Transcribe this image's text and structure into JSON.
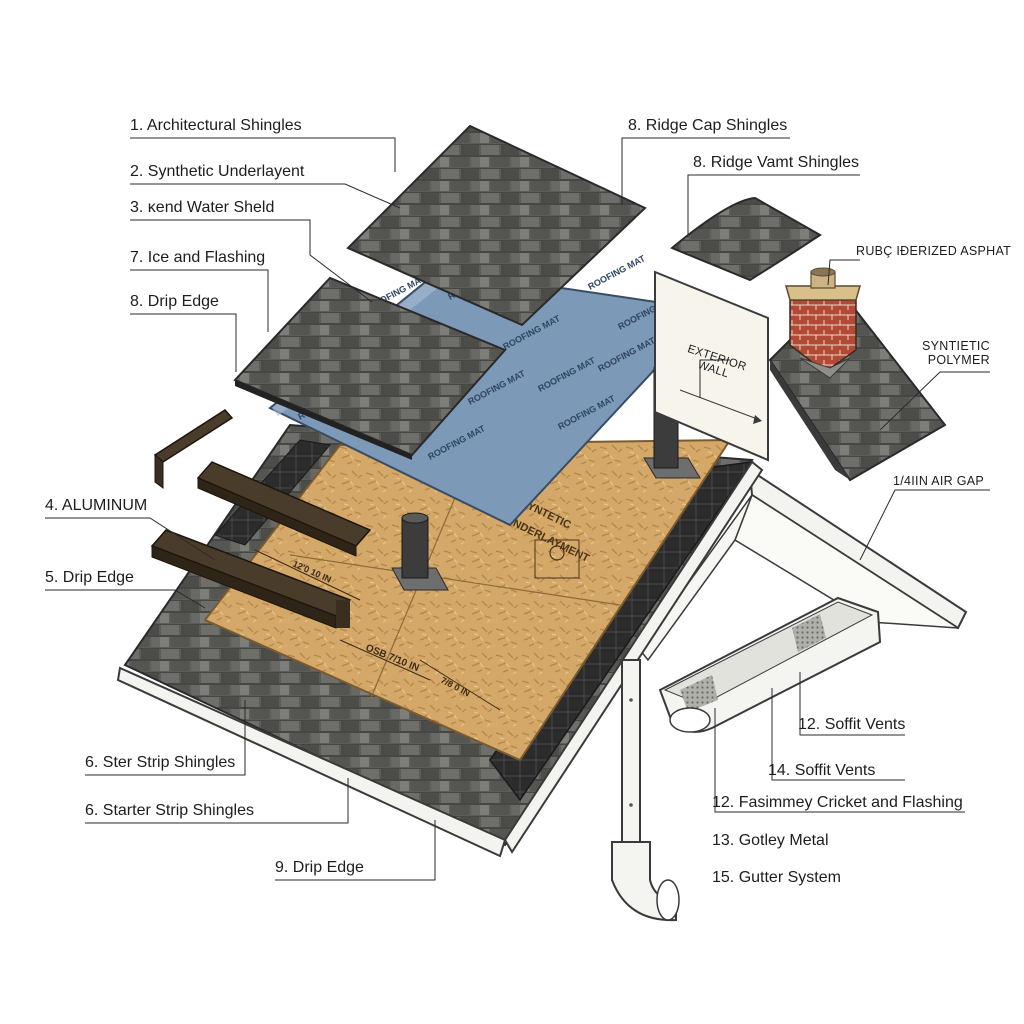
{
  "labels": {
    "l1": "1. Architectural Shingles",
    "l2": "2. Synthetic Underlayent",
    "l3": "3. ĸend Water Sheld",
    "l7": "7. Ice and Flashing",
    "l8a": "8. Drip Edge",
    "l4": "4. ALUMINUM",
    "l5": "5. Drip Edge",
    "l6a": "6. Ster Strip Shingles",
    "l6b": "6. Starter Strip Shingles",
    "l9": "9. Drip Edge",
    "l8b": "8. Ridge Cap Shingles",
    "l8c": "8. Ridge Vamt Shingles",
    "rubber": "RUBÇ IÐERIZED ASPHAT",
    "synthetic": "SYNTIETIC\nPOLYMER",
    "wall": "EXTERIOR\nWALL",
    "gap": "1/4IIN AIR GAP",
    "l12a": "12. Soffit Vents",
    "l14": "14. Soffit Vents",
    "l12b": "12. Fasimmey Cricket and Flashing",
    "l13": "13. Gotley Metal",
    "l15": "15. Gutter System"
  },
  "board_text": {
    "synthetic": "SYNTETIC",
    "underlayment": "UNDERLAYMENT",
    "dim1": "12'0 10 IN",
    "dim2": "OSB 7/10 IN",
    "dim3": "7/8 0 IN"
  },
  "underlay_print": "ROOFING MAT",
  "colors": {
    "shingle_dark": "#4a4a48",
    "shingle_mid": "#6a6a67",
    "shingle_light": "#85857f",
    "osb": "#d4a868",
    "underlayment": "#7d99b8",
    "ice_shield": "#2c2c2c",
    "brick": "#b24a36",
    "drip_edge": "#4a3c2a",
    "fascia": "#f3f3ef"
  }
}
